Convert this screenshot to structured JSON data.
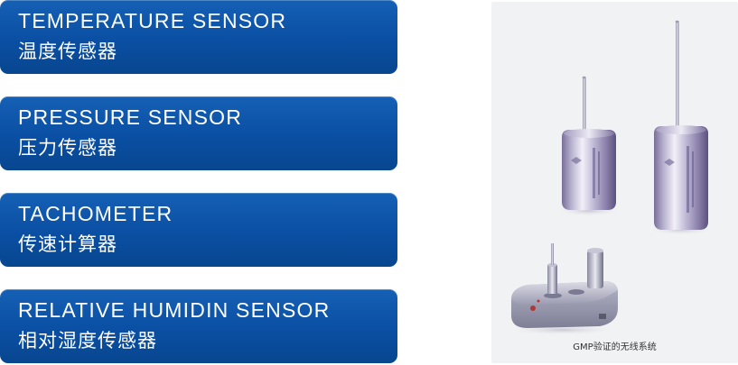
{
  "cards": [
    {
      "en": "TEMPERATURE SENSOR",
      "cn": "温度传感器"
    },
    {
      "en": "PRESSURE SENSOR",
      "cn": "压力传感器"
    },
    {
      "en": "TACHOMETER",
      "cn": "传速计算器"
    },
    {
      "en": "RELATIVE HUMIDIN SENSOR",
      "cn": "相对湿度传感器"
    }
  ],
  "photo": {
    "caption": "GMP验证的无线系统"
  },
  "colors": {
    "card_blue": "#0a4fa3",
    "photo_bg": "#f1f2f4"
  }
}
